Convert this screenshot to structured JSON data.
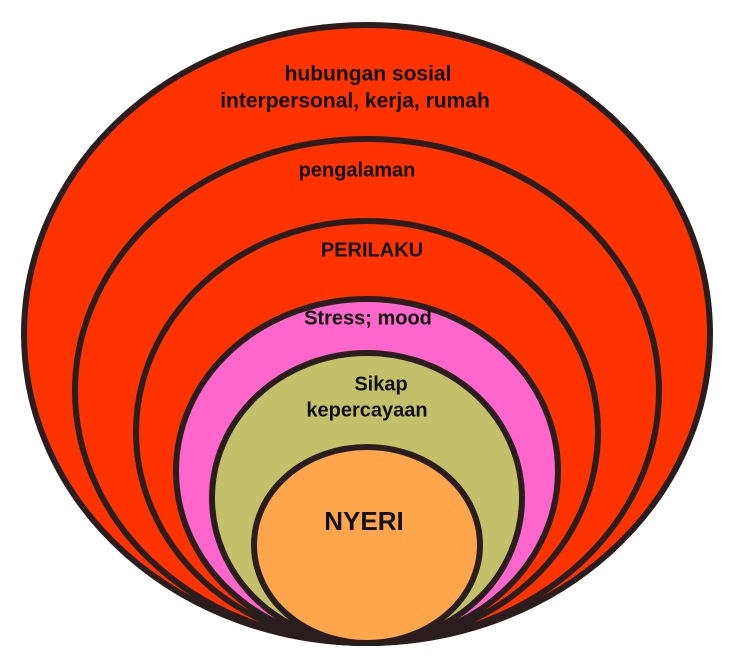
{
  "diagram": {
    "layers": [
      {
        "id": "hubungan-sosial",
        "lines": [
          "hubungan sosial",
          "interpersonal, kerja, rumah"
        ],
        "color": "#ff3300"
      },
      {
        "id": "pengalaman",
        "lines": [
          "pengalaman"
        ],
        "color": "#ff3300"
      },
      {
        "id": "perilaku",
        "lines": [
          "PERILAKU"
        ],
        "color": "#ff3300"
      },
      {
        "id": "stress-mood",
        "lines": [
          "Stress; mood"
        ],
        "color": "#ff66cc"
      },
      {
        "id": "sikap-kepercayaan",
        "lines": [
          "Sikap",
          "kepercayaan"
        ],
        "color": "#c4c06a"
      },
      {
        "id": "nyeri",
        "lines": [
          "NYERI"
        ],
        "color": "#ffa64d"
      }
    ]
  }
}
